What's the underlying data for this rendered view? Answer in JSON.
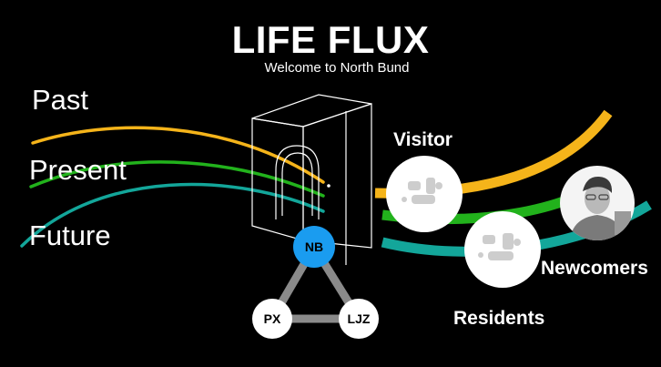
{
  "header": {
    "title": "LIFE FLUX",
    "subtitle": "Welcome to North Bund"
  },
  "timeline": {
    "labels": [
      "Past",
      "Present",
      "Future"
    ],
    "colors": {
      "past": "#f5b41a",
      "present": "#22b21c",
      "future": "#13a69a"
    }
  },
  "network": {
    "nodes": [
      {
        "id": "NB",
        "label": "NB",
        "color": "#1a9cf0",
        "text_color": "#000000"
      },
      {
        "id": "PX",
        "label": "PX",
        "color": "#ffffff",
        "text_color": "#000000"
      },
      {
        "id": "LJZ",
        "label": "LJZ",
        "color": "#ffffff",
        "text_color": "#000000"
      }
    ],
    "edge_color": "#8a8a8a"
  },
  "groups": {
    "visitor": "Visitor",
    "newcomers": "Newcomers",
    "residents": "Residents"
  },
  "icons": [
    "gate-icon",
    "visitor-photo",
    "resident-photo",
    "newcomer-photo"
  ]
}
